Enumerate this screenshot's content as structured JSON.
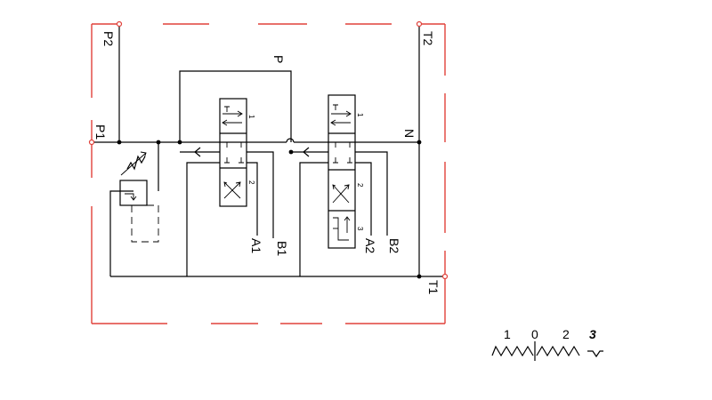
{
  "diagram": {
    "ports": {
      "p2": "P2",
      "t2": "T2",
      "p": "P",
      "p1": "P1",
      "n": "N",
      "t1": "T1",
      "a1": "A1",
      "b1": "B1",
      "a2": "A2",
      "b2": "B2"
    },
    "spool1_positions": {
      "pos1": "1",
      "pos2": "2"
    },
    "spool2_positions": {
      "pos1": "1",
      "pos2": "2",
      "pos3": "3"
    },
    "legend": {
      "n1": "1",
      "n0": "0",
      "n2": "2",
      "n3": "3"
    },
    "colors": {
      "frame": "#e0413a",
      "lines": "#000000"
    }
  }
}
